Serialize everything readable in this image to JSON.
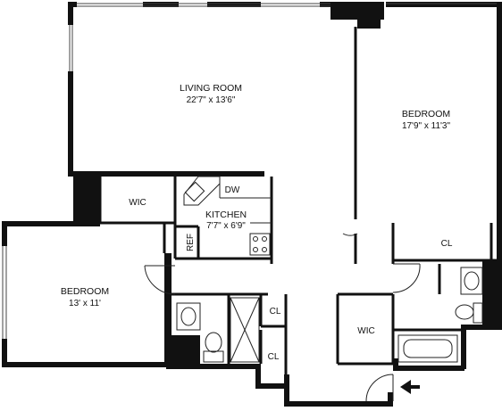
{
  "rooms": {
    "living": {
      "name": "LIVING ROOM",
      "dims": "22'7\" x 13'6\""
    },
    "bedroom_right": {
      "name": "BEDROOM",
      "dims": "17'9\" x 11'3\""
    },
    "bedroom_left": {
      "name": "BEDROOM",
      "dims": "13' x 11'"
    },
    "kitchen": {
      "name": "KITCHEN",
      "dims": "7'7\" x 6'9\""
    }
  },
  "labels": {
    "wic_top": "WIC",
    "wic_bottom": "WIC",
    "dw": "DW",
    "ref": "REF",
    "cl_bedroom": "CL",
    "cl_hall_1": "CL",
    "cl_hall_2": "CL"
  },
  "icons": {
    "entry": "entry-arrow-icon"
  },
  "colors": {
    "wall": "#111111",
    "line": "#222222",
    "background": "#ffffff"
  }
}
